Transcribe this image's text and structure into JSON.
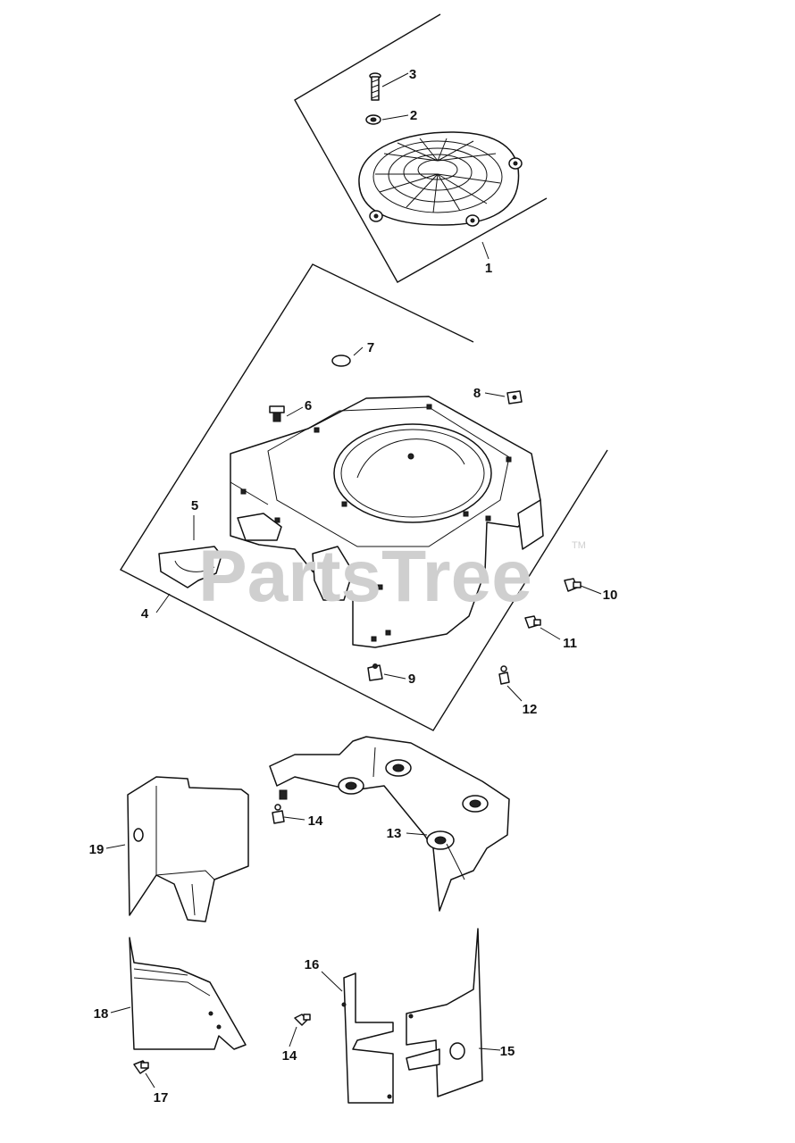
{
  "watermark": {
    "text": "PartsTree",
    "trademark": "TM"
  },
  "parts": [
    {
      "number": "1"
    },
    {
      "number": "2"
    },
    {
      "number": "3"
    },
    {
      "number": "4"
    },
    {
      "number": "5"
    },
    {
      "number": "6"
    },
    {
      "number": "7"
    },
    {
      "number": "8"
    },
    {
      "number": "9"
    },
    {
      "number": "10"
    },
    {
      "number": "11"
    },
    {
      "number": "12"
    },
    {
      "number": "13"
    },
    {
      "number": "14"
    },
    {
      "number": "14"
    },
    {
      "number": "15"
    },
    {
      "number": "16"
    },
    {
      "number": "17"
    },
    {
      "number": "18"
    },
    {
      "number": "19"
    }
  ],
  "colors": {
    "line": "#111111",
    "watermark": "#cfcfcf",
    "background": "#ffffff"
  }
}
